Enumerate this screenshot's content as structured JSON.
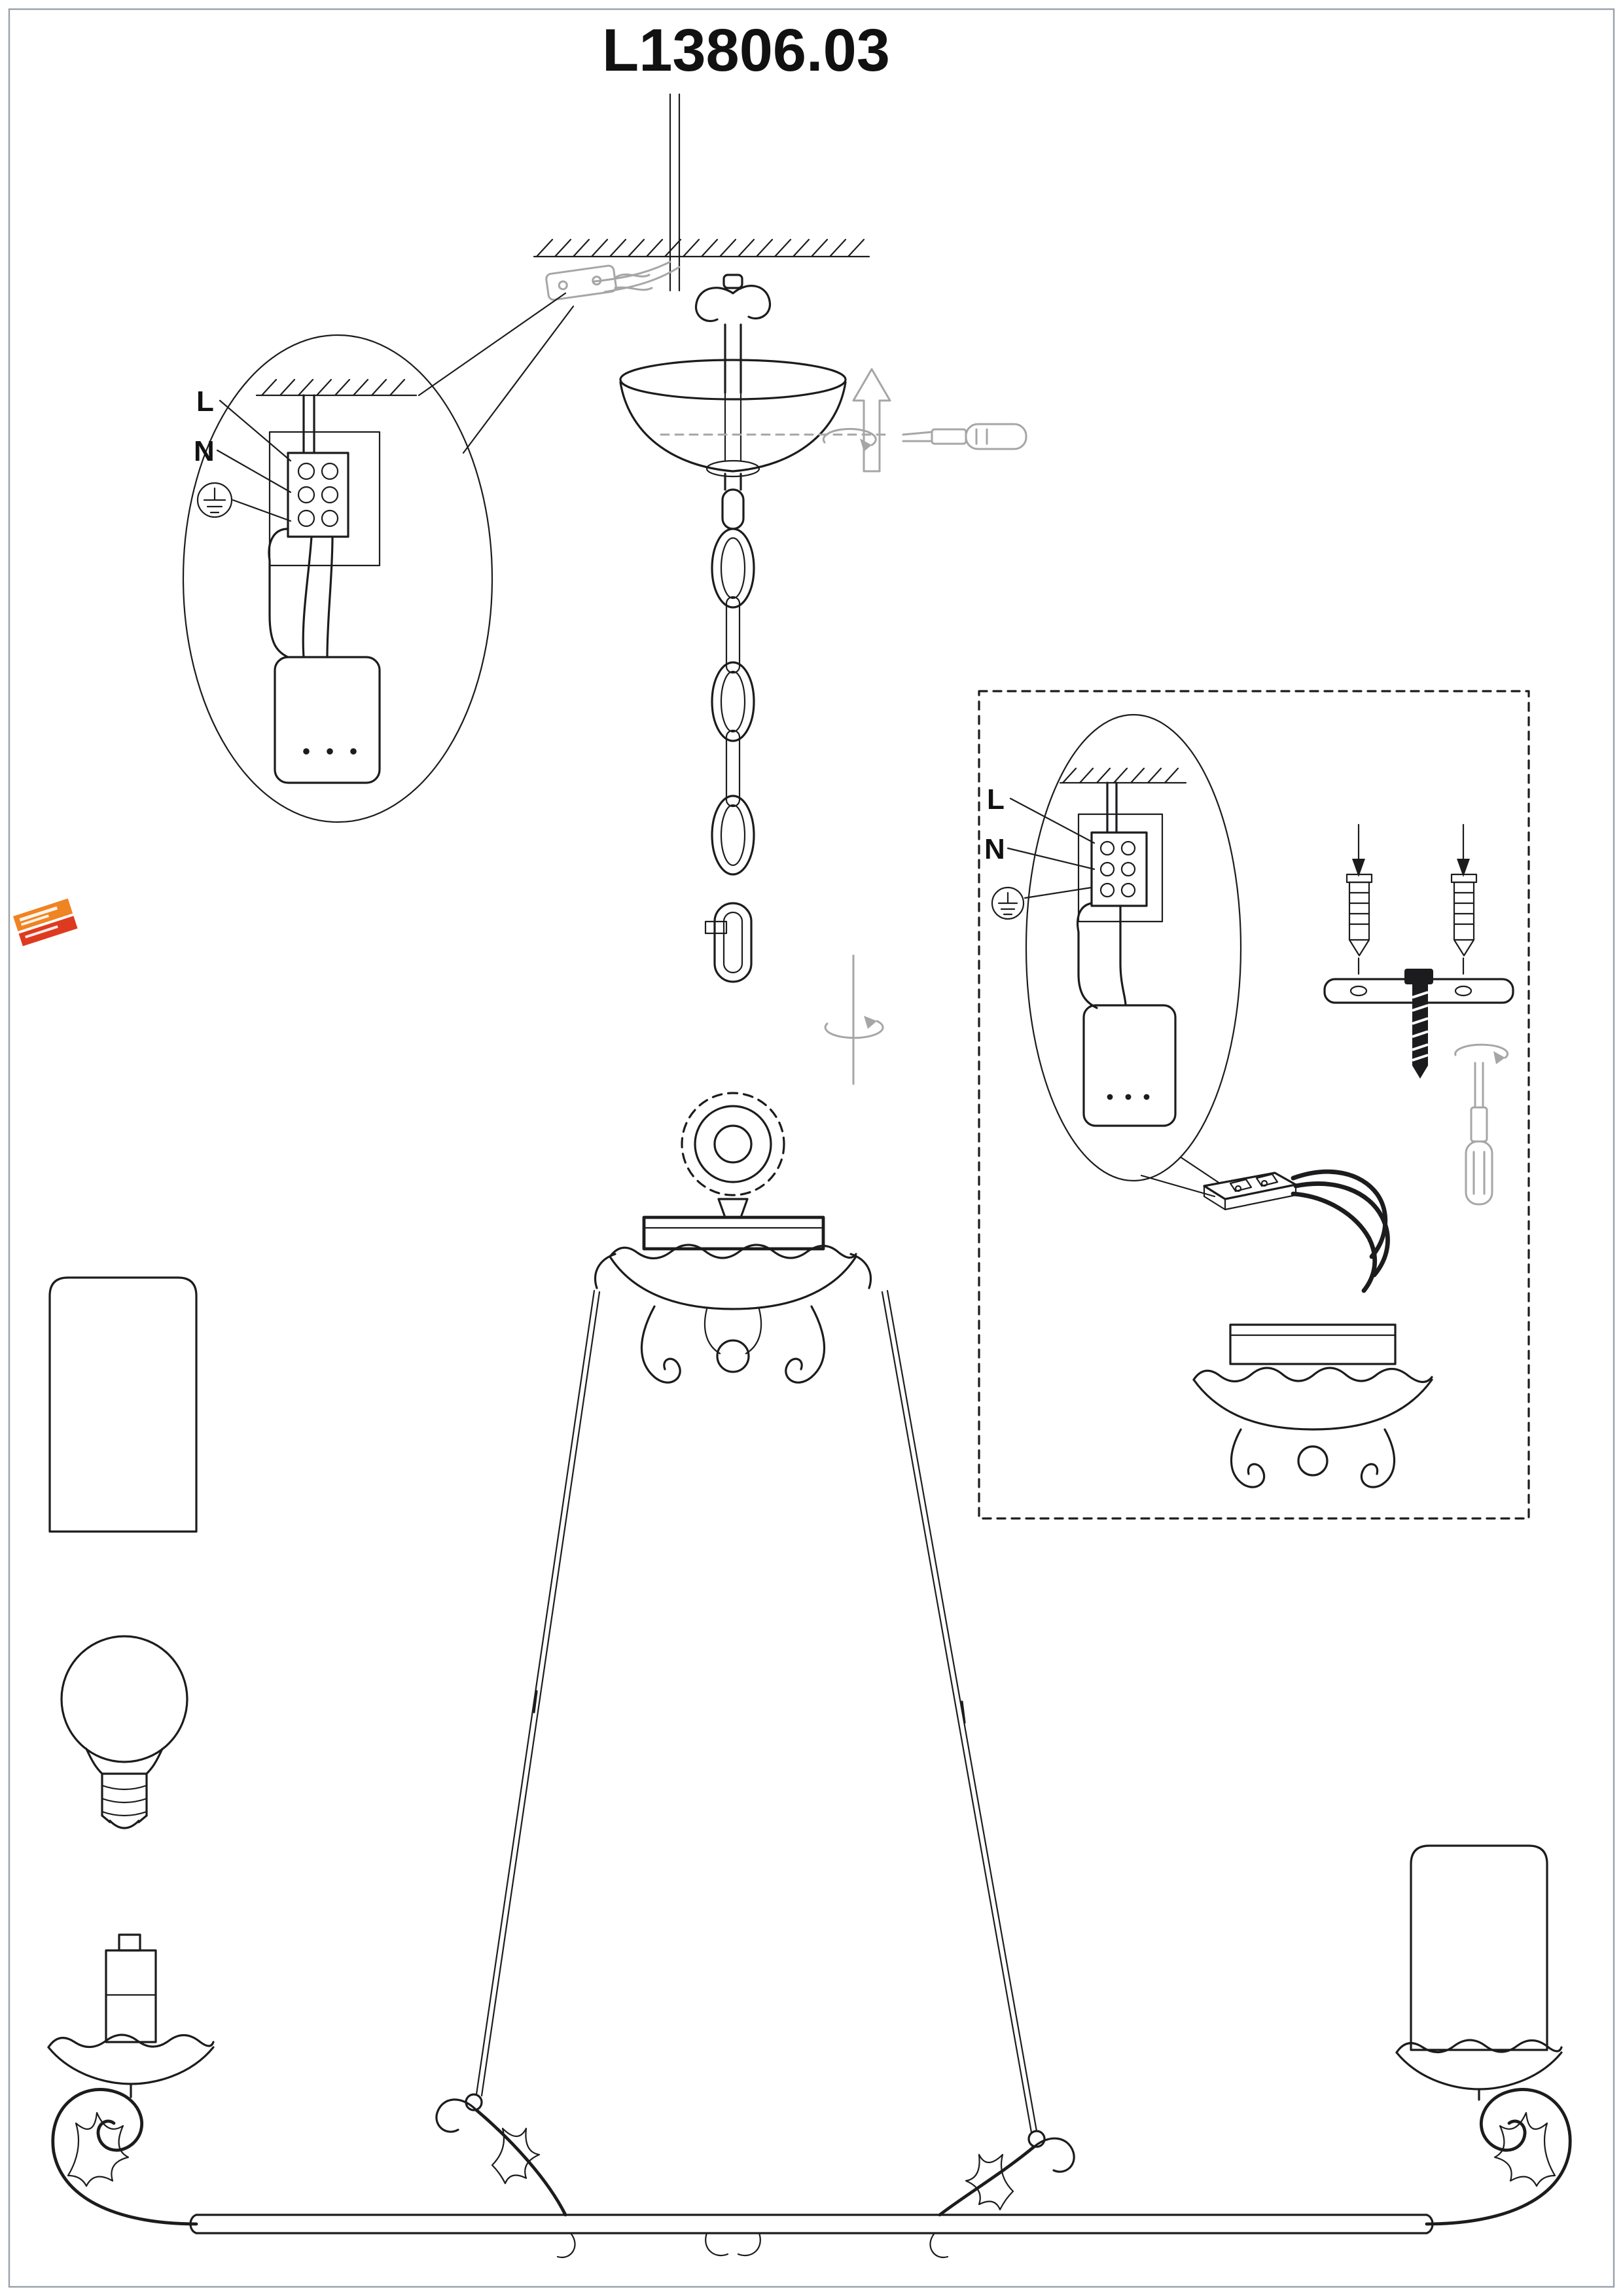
{
  "document": {
    "title": "L13806.03"
  },
  "callouts": {
    "left": {
      "live_label": "L",
      "neutral_label": "N",
      "ground_icon": "earth-ground-icon"
    },
    "right": {
      "live_label": "L",
      "neutral_label": "N",
      "ground_icon": "earth-ground-icon"
    }
  },
  "colors": {
    "ink": "#1c1c1e",
    "faint": "#a6a6a6",
    "logo_orange": "#f08322",
    "logo_red": "#de3a1f",
    "paper": "#ffffff"
  }
}
